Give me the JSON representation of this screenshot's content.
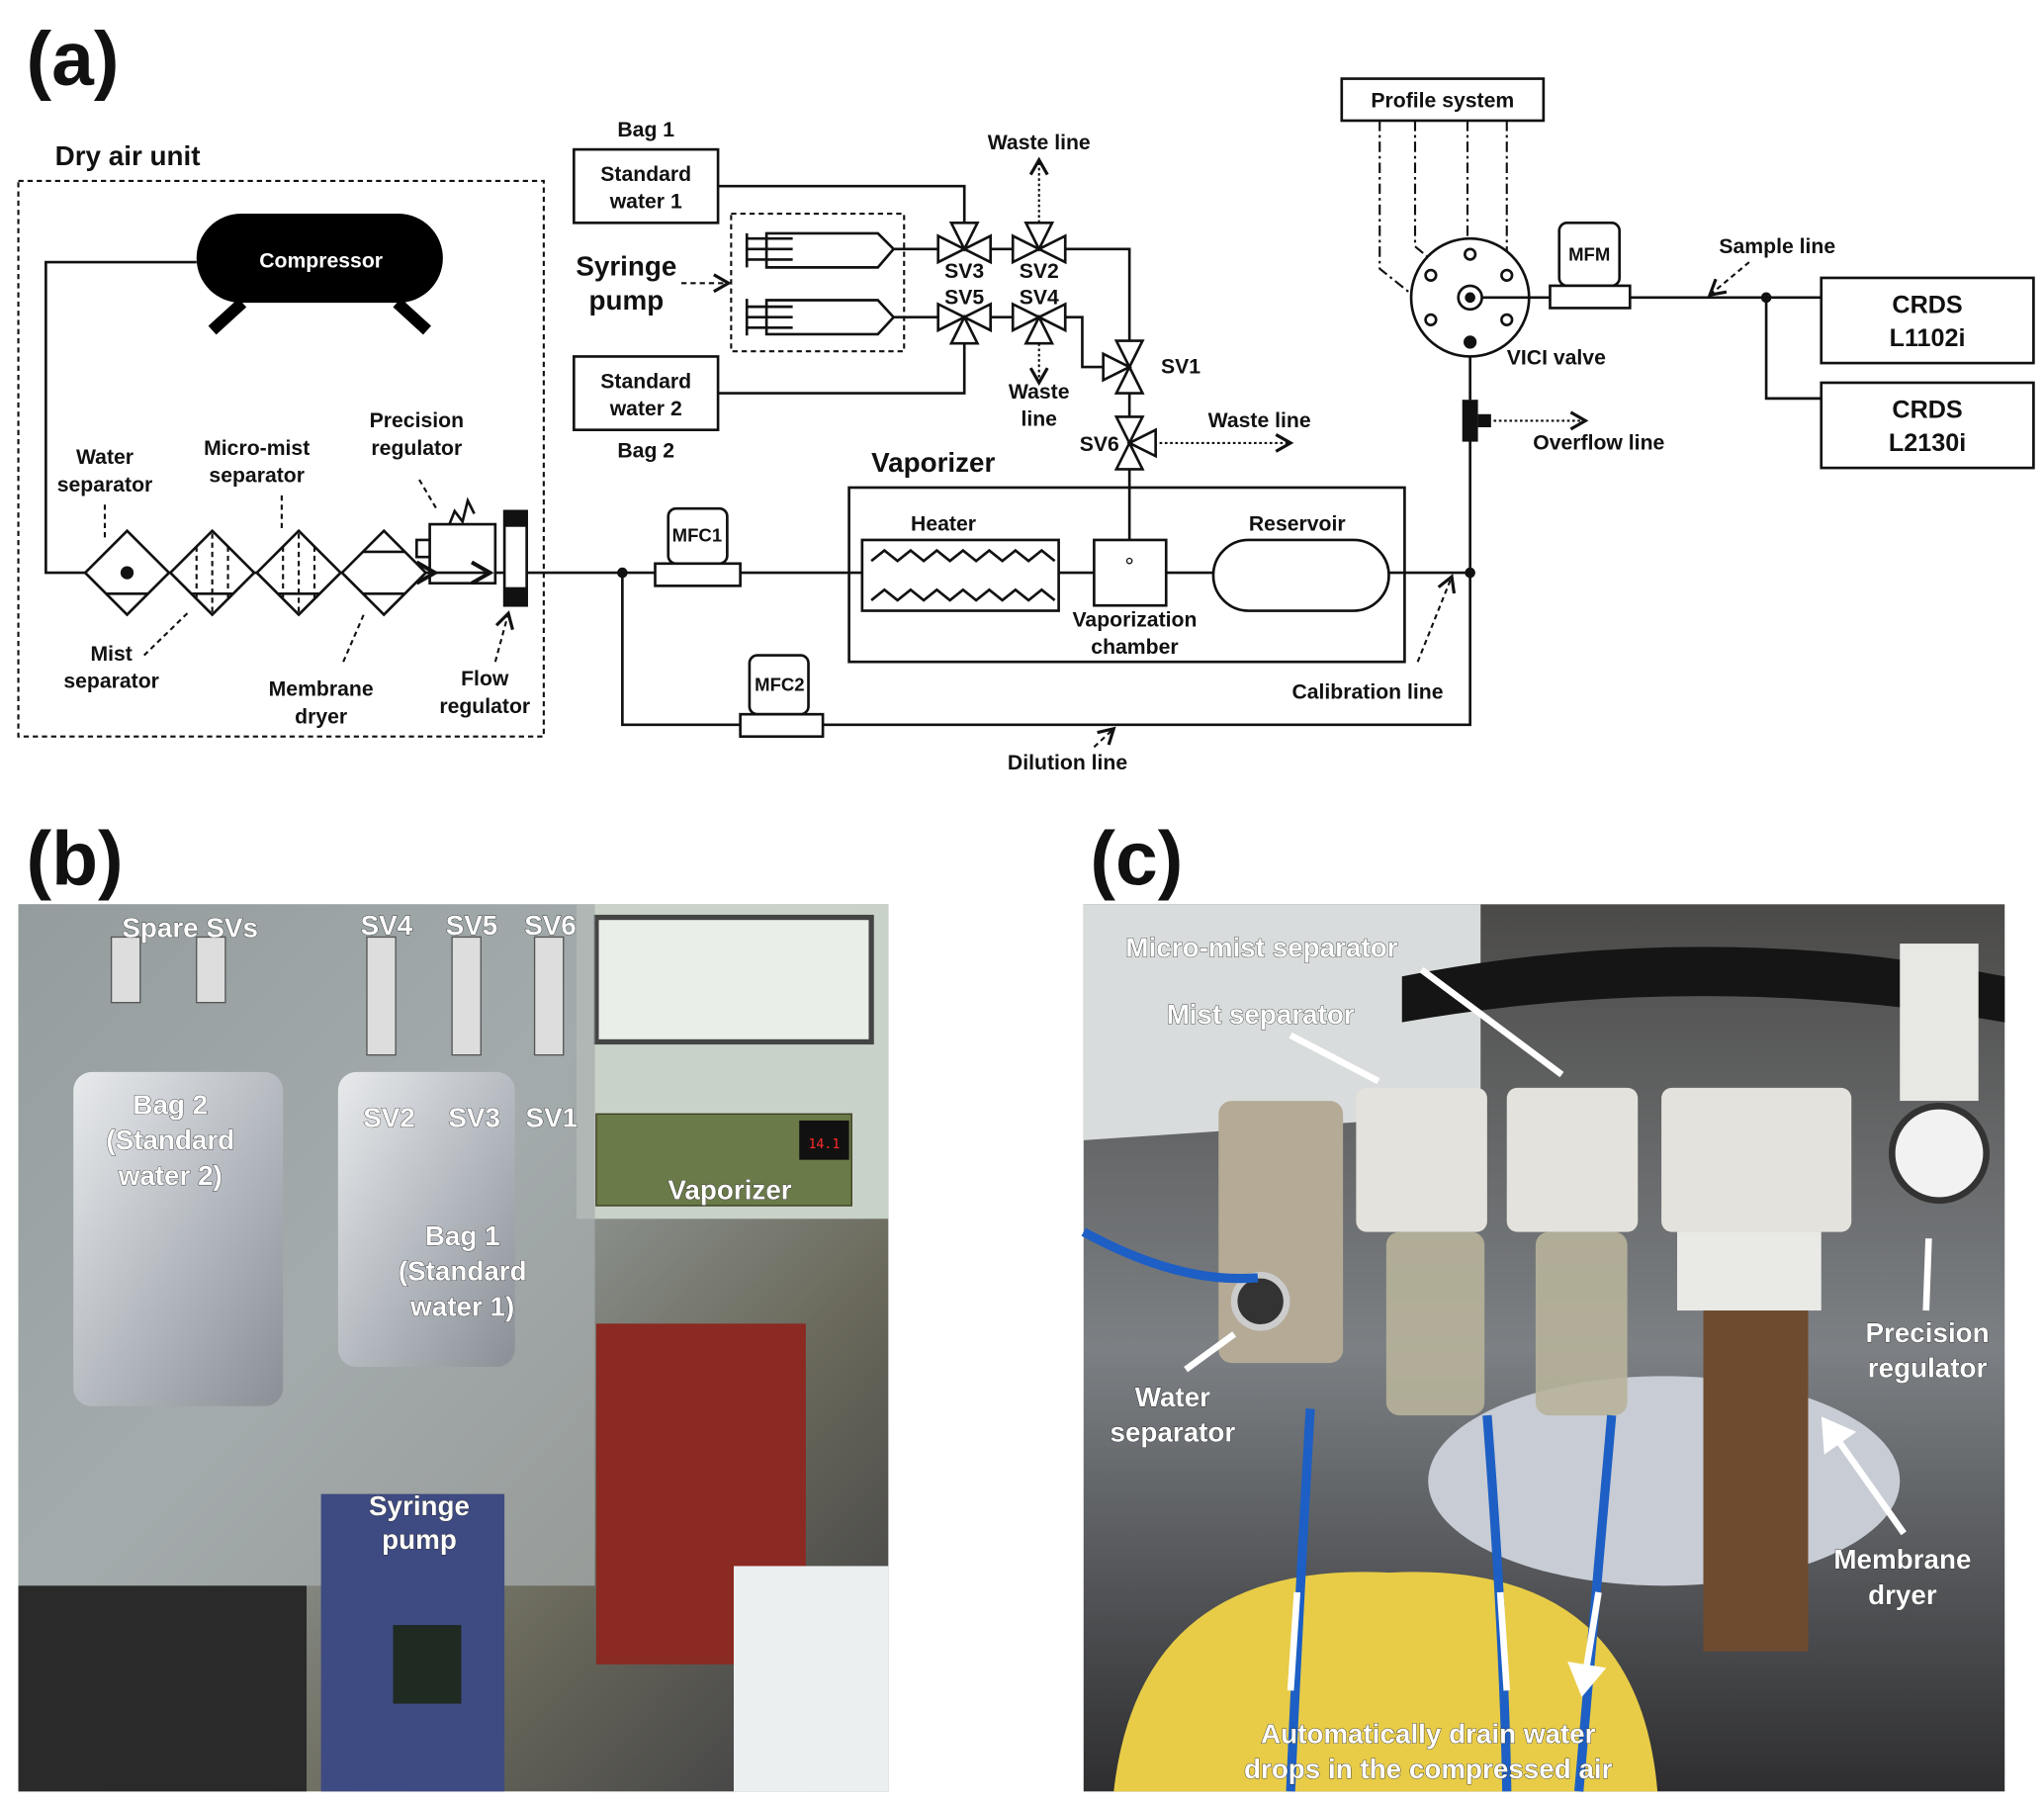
{
  "panel_a": {
    "label": "(a)",
    "dry_air_unit": "Dry air unit",
    "compressor": "Compressor",
    "water_separator": [
      "Water",
      "separator"
    ],
    "micro_mist_separator": [
      "Micro-mist",
      "separator"
    ],
    "precision_regulator": [
      "Precision",
      "regulator"
    ],
    "mist_separator": [
      "Mist",
      "separator"
    ],
    "membrane_dryer": [
      "Membrane",
      "dryer"
    ],
    "flow_regulator": [
      "Flow",
      "regulator"
    ],
    "bag1": "Bag 1",
    "bag2": "Bag 2",
    "standard_water_1": [
      "Standard",
      "water 1"
    ],
    "standard_water_2": [
      "Standard",
      "water 2"
    ],
    "syringe_pump": [
      "Syringe",
      "pump"
    ],
    "waste_line_top": "Waste line",
    "waste_line_mid": [
      "Waste",
      "line"
    ],
    "waste_line_sv6": "Waste line",
    "valves": [
      "SV3",
      "SV2",
      "SV5",
      "SV4",
      "SV1",
      "SV6"
    ],
    "vaporizer": "Vaporizer",
    "heater": "Heater",
    "reservoir": "Reservoir",
    "vaporization_chamber": [
      "Vaporization",
      "chamber"
    ],
    "mfc1": "MFC1",
    "mfc2": "MFC2",
    "calibration_line": "Calibration line",
    "dilution_line": "Dilution line",
    "profile_system": "Profile system",
    "vici_valve": "VICI valve",
    "mfm": "MFM",
    "sample_line": "Sample line",
    "overflow_line": "Overflow line",
    "crds1": [
      "CRDS",
      "L1102i"
    ],
    "crds2": [
      "CRDS",
      "L2130i"
    ]
  },
  "panel_b": {
    "label": "(b)",
    "spare_svs": "Spare SVs",
    "sv_top": [
      "SV4",
      "SV5",
      "SV6"
    ],
    "sv_bottom": [
      "SV2",
      "SV3",
      "SV1"
    ],
    "bag2": [
      "Bag 2",
      "(Standard",
      "water 2)"
    ],
    "bag1": [
      "Bag 1",
      "(Standard",
      "water 1)"
    ],
    "vaporizer": "Vaporizer",
    "syringe_pump": [
      "Syringe",
      "pump"
    ],
    "display_reading": "14.1"
  },
  "panel_c": {
    "label": "(c)",
    "micro_mist_separator": "Micro-mist separator",
    "mist_separator": "Mist separator",
    "water_separator": [
      "Water",
      "separator"
    ],
    "precision_regulator": [
      "Precision",
      "regulator"
    ],
    "membrane_dryer": [
      "Membrane",
      "dryer"
    ],
    "drain_note": [
      "Automatically drain water",
      "drops in the compressed air"
    ]
  }
}
